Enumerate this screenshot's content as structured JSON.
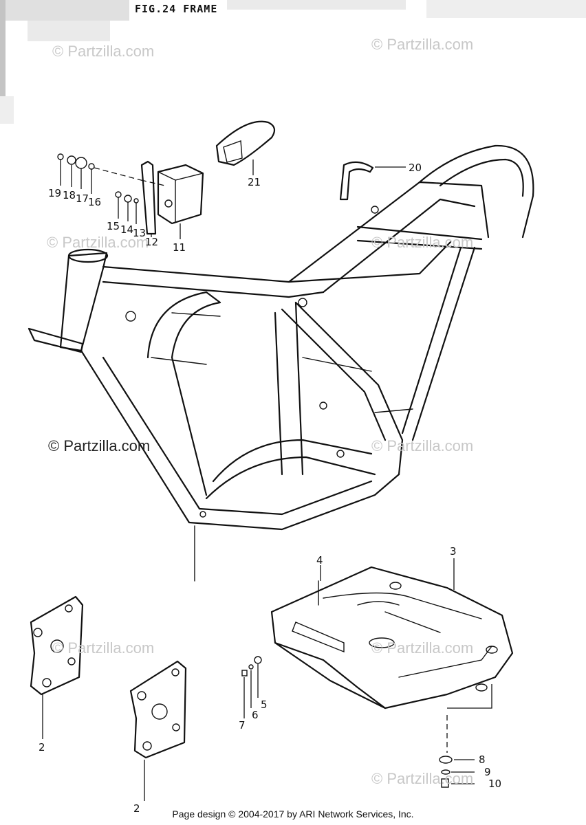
{
  "figure": {
    "title": "FIG.24 FRAME"
  },
  "watermarks": [
    "© Partzilla.com",
    "© Partzilla.com",
    "© Partzilla.com",
    "© Partzilla.com",
    "© Partzilla.com",
    "© Partzilla.com",
    "© Partzilla.com",
    "© Partzilla.com",
    "© Partzilla.com"
  ],
  "callouts": [
    "19",
    "18",
    "17",
    "16",
    "15",
    "14",
    "13",
    "12",
    "11",
    "21",
    "20",
    "4",
    "3",
    "2",
    "2",
    "7",
    "6",
    "5",
    "8",
    "9",
    "10"
  ],
  "footer": {
    "text": "Page design © 2004-2017 by ARI Network Services, Inc."
  }
}
